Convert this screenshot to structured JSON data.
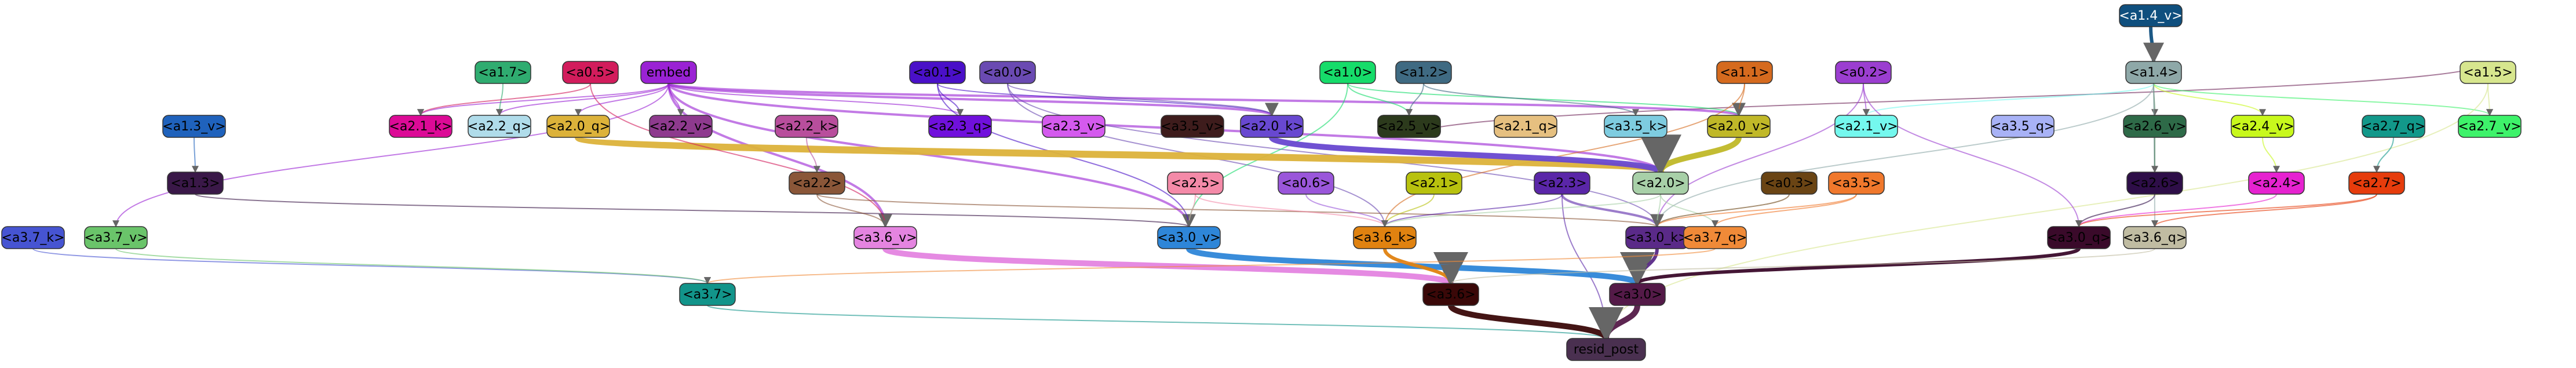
{
  "graph": {
    "nodes": [
      {
        "id": "a1.4_v",
        "label": "<a1.4_v>",
        "color": "#0f4f7e",
        "text": "#ffffff"
      },
      {
        "id": "a2.5_v",
        "label": "<a2.5_v>",
        "color": "#6e2458",
        "text": "#ffffff"
      },
      {
        "id": "a1.7",
        "label": "<a1.7>",
        "color": "#2fac70",
        "text": "#000000"
      },
      {
        "id": "a0.5",
        "label": "<a0.5>",
        "color": "#d21c5c",
        "text": "#000000"
      },
      {
        "id": "embed",
        "label": "embed",
        "color": "#9a22d4",
        "text": "#000000"
      },
      {
        "id": "a0.1",
        "label": "<a0.1>",
        "color": "#4a10c8",
        "text": "#000000"
      },
      {
        "id": "a0.0",
        "label": "<a0.0>",
        "color": "#6a4ab2",
        "text": "#000000"
      },
      {
        "id": "a1.0",
        "label": "<a1.0>",
        "color": "#16dc6a",
        "text": "#000000"
      },
      {
        "id": "a1.2",
        "label": "<a1.2>",
        "color": "#3f6a82",
        "text": "#000000"
      },
      {
        "id": "a1.1",
        "label": "<a1.1>",
        "color": "#d56a1e",
        "text": "#000000"
      },
      {
        "id": "a0.2",
        "label": "<a0.2>",
        "color": "#9b3ed0",
        "text": "#000000"
      },
      {
        "id": "a1.4",
        "label": "<a1.4>",
        "color": "#8ea8a8",
        "text": "#000000"
      },
      {
        "id": "a1.5",
        "label": "<a1.5>",
        "color": "#d7e68e",
        "text": "#000000"
      },
      {
        "id": "a1.3_v",
        "label": "<a1.3_v>",
        "color": "#1f62bc",
        "text": "#000000"
      },
      {
        "id": "a2.1_k",
        "label": "<a2.1_k>",
        "color": "#dc0a96",
        "text": "#000000"
      },
      {
        "id": "a2.2_q",
        "label": "<a2.2_q>",
        "color": "#b0dcea",
        "text": "#000000"
      },
      {
        "id": "a2.0_q",
        "label": "<a2.0_q>",
        "color": "#dcb23a",
        "text": "#000000"
      },
      {
        "id": "a2.2_v",
        "label": "<a2.2_v>",
        "color": "#8e3a8e",
        "text": "#000000"
      },
      {
        "id": "a2.2_k",
        "label": "<a2.2_k>",
        "color": "#b84e9c",
        "text": "#000000"
      },
      {
        "id": "a2.3_q",
        "label": "<a2.3_q>",
        "color": "#7010dc",
        "text": "#000000"
      },
      {
        "id": "a2.3_v",
        "label": "<a2.3_v>",
        "color": "#d45aee",
        "text": "#000000"
      },
      {
        "id": "a3.5_v",
        "label": "<a3.5_v>",
        "color": "#3e1c1c",
        "text": "#000000"
      },
      {
        "id": "a2.0_k",
        "label": "<a2.0_k>",
        "color": "#6848d0",
        "text": "#000000"
      },
      {
        "id": "a2.5_v",
        "label": "<a2.5_v>",
        "color": "#2c3a1c",
        "text": "#000000"
      },
      {
        "id": "a2.1_q",
        "label": "<a2.1_q>",
        "color": "#e6c080",
        "text": "#000000"
      },
      {
        "id": "a3.5_k",
        "label": "<a3.5_k>",
        "color": "#7ecce0",
        "text": "#000000"
      },
      {
        "id": "a2.0_v",
        "label": "<a2.0_v>",
        "color": "#c0b828",
        "text": "#000000"
      },
      {
        "id": "a2.1_v",
        "label": "<a2.1_v>",
        "color": "#74f8ee",
        "text": "#000000"
      },
      {
        "id": "a3.5_q",
        "label": "<a3.5_q>",
        "color": "#a8b2f6",
        "text": "#000000"
      },
      {
        "id": "a2.6_v",
        "label": "<a2.6_v>",
        "color": "#2e6a48",
        "text": "#000000"
      },
      {
        "id": "a2.4_v",
        "label": "<a2.4_v>",
        "color": "#c8f81c",
        "text": "#000000"
      },
      {
        "id": "a2.7_q",
        "label": "<a2.7_q>",
        "color": "#12988a",
        "text": "#000000"
      },
      {
        "id": "a2.7_v",
        "label": "<a2.7_v>",
        "color": "#3ef26a",
        "text": "#000000"
      },
      {
        "id": "a1.3",
        "label": "<a1.3>",
        "color": "#3a1848",
        "text": "#000000"
      },
      {
        "id": "a2.2",
        "label": "<a2.2>",
        "color": "#8a5638",
        "text": "#000000"
      },
      {
        "id": "a2.5",
        "label": "<a2.5>",
        "color": "#f48aa8",
        "text": "#000000"
      },
      {
        "id": "a0.6",
        "label": "<a0.6>",
        "color": "#9a56da",
        "text": "#000000"
      },
      {
        "id": "a2.1",
        "label": "<a2.1>",
        "color": "#b8c20e",
        "text": "#000000"
      },
      {
        "id": "a2.3",
        "label": "<a2.3>",
        "color": "#5a26a8",
        "text": "#000000"
      },
      {
        "id": "a2.0",
        "label": "<a2.0>",
        "color": "#a8d0a8",
        "text": "#000000"
      },
      {
        "id": "a0.3",
        "label": "<a0.3>",
        "color": "#6a4414",
        "text": "#000000"
      },
      {
        "id": "a3.5",
        "label": "<a3.5>",
        "color": "#f0782c",
        "text": "#000000"
      },
      {
        "id": "a2.6",
        "label": "<a2.6>",
        "color": "#2e0e48",
        "text": "#000000"
      },
      {
        "id": "a2.4",
        "label": "<a2.4>",
        "color": "#e622d0",
        "text": "#000000"
      },
      {
        "id": "a2.7",
        "label": "<a2.7>",
        "color": "#e63c0c",
        "text": "#000000"
      },
      {
        "id": "a3.7_k",
        "label": "<a3.7_k>",
        "color": "#4654d2",
        "text": "#000000"
      },
      {
        "id": "a3.7_v",
        "label": "<a3.7_v>",
        "color": "#6ac46a",
        "text": "#000000"
      },
      {
        "id": "a3.6_v",
        "label": "<a3.6_v>",
        "color": "#e484e0",
        "text": "#000000"
      },
      {
        "id": "a3.0_v",
        "label": "<a3.0_v>",
        "color": "#2e86d8",
        "text": "#000000"
      },
      {
        "id": "a3.6_k",
        "label": "<a3.6_k>",
        "color": "#e08210",
        "text": "#000000"
      },
      {
        "id": "a3.0_k",
        "label": "<a3.0_k>",
        "color": "#5a2a88",
        "text": "#000000"
      },
      {
        "id": "a3.7_q",
        "label": "<a3.7_q>",
        "color": "#f08a38",
        "text": "#000000"
      },
      {
        "id": "a3.0_q",
        "label": "<a3.0_q>",
        "color": "#3a0a2a",
        "text": "#000000"
      },
      {
        "id": "a3.6_q",
        "label": "<a3.6_q>",
        "color": "#c0bca2",
        "text": "#000000"
      },
      {
        "id": "a3.7",
        "label": "<a3.7>",
        "color": "#12948a",
        "text": "#000000"
      },
      {
        "id": "a3.6",
        "label": "<a3.6>",
        "color": "#3a0808",
        "text": "#000000"
      },
      {
        "id": "a3.0",
        "label": "<a3.0>",
        "color": "#541a48",
        "text": "#000000"
      },
      {
        "id": "resid_post",
        "label": "resid_post",
        "color": "#4a3050",
        "text": "#000000"
      }
    ],
    "edges": [
      {
        "from": "a1.4_v",
        "to": "a1.4",
        "color": "#0f4f7e",
        "weight": 3
      },
      {
        "from": "a2.5_v",
        "to": "a1.5",
        "color": "#6e2458",
        "weight": 1
      },
      {
        "from": "a1.4",
        "to": "a2.6_v",
        "color": "#2e6a48",
        "weight": 1
      },
      {
        "from": "a1.4",
        "to": "a2.4_v",
        "color": "#c8f81c",
        "weight": 1
      },
      {
        "from": "a1.4",
        "to": "a2.7_v",
        "color": "#3ef26a",
        "weight": 1
      },
      {
        "from": "a1.4",
        "to": "a2.1_v",
        "color": "#74f8ee",
        "weight": 1
      },
      {
        "from": "a1.4",
        "to": "a3.0_k",
        "color": "#8ea8a8",
        "weight": 1
      },
      {
        "from": "a1.4",
        "to": "a3.6_q",
        "color": "#8ea8a8",
        "weight": 1
      },
      {
        "from": "a1.5",
        "to": "a2.7_v",
        "color": "#d7e68e",
        "weight": 1
      },
      {
        "from": "a1.5",
        "to": "resid_post",
        "color": "#d7e68e",
        "weight": 1
      },
      {
        "from": "a1.3_v",
        "to": "a1.3",
        "color": "#1f62bc",
        "weight": 1
      },
      {
        "from": "a2.7_q",
        "to": "a2.7",
        "color": "#12988a",
        "weight": 1
      },
      {
        "from": "a2.6_v",
        "to": "a2.6",
        "color": "#2e6a48",
        "weight": 1
      },
      {
        "from": "a2.4_v",
        "to": "a2.4",
        "color": "#c8f81c",
        "weight": 1
      },
      {
        "from": "embed",
        "to": "a2.0",
        "color": "#9a22d4",
        "weight": 2
      },
      {
        "from": "embed",
        "to": "a3.0_v",
        "color": "#9a22d4",
        "weight": 2
      },
      {
        "from": "embed",
        "to": "a3.6_v",
        "color": "#9a22d4",
        "weight": 2
      },
      {
        "from": "embed",
        "to": "a3.7_v",
        "color": "#9a22d4",
        "weight": 1
      },
      {
        "from": "embed",
        "to": "a2.0_k",
        "color": "#9a22d4",
        "weight": 2
      },
      {
        "from": "embed",
        "to": "a2.0_v",
        "color": "#9a22d4",
        "weight": 2
      },
      {
        "from": "embed",
        "to": "a2.1_k",
        "color": "#9a22d4",
        "weight": 1
      },
      {
        "from": "embed",
        "to": "a2.2_q",
        "color": "#9a22d4",
        "weight": 1
      },
      {
        "from": "embed",
        "to": "a2.0_q",
        "color": "#9a22d4",
        "weight": 1
      },
      {
        "from": "embed",
        "to": "a2.2_v",
        "color": "#9a22d4",
        "weight": 1
      },
      {
        "from": "embed",
        "to": "a2.3_q",
        "color": "#9a22d4",
        "weight": 1
      },
      {
        "from": "a0.1",
        "to": "a3.0_v",
        "color": "#4a10c8",
        "weight": 1
      },
      {
        "from": "a0.1",
        "to": "a2.3_q",
        "color": "#4a10c8",
        "weight": 1
      },
      {
        "from": "a0.1",
        "to": "a2.0_k",
        "color": "#4a10c8",
        "weight": 1
      },
      {
        "from": "a0.0",
        "to": "a2.0_k",
        "color": "#6a4ab2",
        "weight": 1
      },
      {
        "from": "a0.0",
        "to": "a3.0_k",
        "color": "#6a4ab2",
        "weight": 1
      },
      {
        "from": "a0.0",
        "to": "a3.6_k",
        "color": "#6a4ab2",
        "weight": 1
      },
      {
        "from": "a1.0",
        "to": "a2.0_v",
        "color": "#16dc6a",
        "weight": 1
      },
      {
        "from": "a1.0",
        "to": "a2.5_v",
        "color": "#16dc6a",
        "weight": 1
      },
      {
        "from": "a1.0",
        "to": "a3.0_v",
        "color": "#16dc6a",
        "weight": 1
      },
      {
        "from": "a1.2",
        "to": "a2.5_v",
        "color": "#3f6a82",
        "weight": 1
      },
      {
        "from": "a1.2",
        "to": "a3.5_k",
        "color": "#3f6a82",
        "weight": 1
      },
      {
        "from": "a1.1",
        "to": "a2.0_v",
        "color": "#d56a1e",
        "weight": 1
      },
      {
        "from": "a1.1",
        "to": "a3.6_k",
        "color": "#d56a1e",
        "weight": 1
      },
      {
        "from": "a0.2",
        "to": "a2.1_v",
        "color": "#9b3ed0",
        "weight": 1
      },
      {
        "from": "a0.2",
        "to": "a3.0_k",
        "color": "#9b3ed0",
        "weight": 1
      },
      {
        "from": "a0.2",
        "to": "a3.0_q",
        "color": "#9b3ed0",
        "weight": 1
      },
      {
        "from": "a2.0_q",
        "to": "a2.0",
        "color": "#dcb23a",
        "weight": 6
      },
      {
        "from": "a2.0_k",
        "to": "a2.0",
        "color": "#6848d0",
        "weight": 5
      },
      {
        "from": "a2.0_v",
        "to": "a2.0",
        "color": "#c0b828",
        "weight": 5
      },
      {
        "from": "a2.2_k",
        "to": "a2.2",
        "color": "#b84e9c",
        "weight": 1
      },
      {
        "from": "a1.7",
        "to": "a2.2_q",
        "color": "#2fac70",
        "weight": 1
      },
      {
        "from": "a0.5",
        "to": "a2.1_k",
        "color": "#d21c5c",
        "weight": 1
      },
      {
        "from": "a0.5",
        "to": "a3.6_v",
        "color": "#d21c5c",
        "weight": 1
      },
      {
        "from": "a1.3",
        "to": "a3.0_v",
        "color": "#3a1848",
        "weight": 1
      },
      {
        "from": "a2.2",
        "to": "a3.0_k",
        "color": "#8a5638",
        "weight": 1
      },
      {
        "from": "a2.2",
        "to": "a3.6_v",
        "color": "#8a5638",
        "weight": 1
      },
      {
        "from": "a2.5",
        "to": "a3.6_k",
        "color": "#f48aa8",
        "weight": 1
      },
      {
        "from": "a2.5",
        "to": "a3.0_v",
        "color": "#f48aa8",
        "weight": 1
      },
      {
        "from": "a0.6",
        "to": "a3.6_k",
        "color": "#9a56da",
        "weight": 1
      },
      {
        "from": "a2.1",
        "to": "a3.6_k",
        "color": "#b8c20e",
        "weight": 1
      },
      {
        "from": "a2.3",
        "to": "a3.0_k",
        "color": "#5a26a8",
        "weight": 2
      },
      {
        "from": "a2.3",
        "to": "a3.6_k",
        "color": "#5a26a8",
        "weight": 1
      },
      {
        "from": "a2.3",
        "to": "resid_post",
        "color": "#5a26a8",
        "weight": 1
      },
      {
        "from": "a2.0",
        "to": "a3.0_k",
        "color": "#a8d0a8",
        "weight": 1
      },
      {
        "from": "a2.0",
        "to": "a3.6_k",
        "color": "#a8d0a8",
        "weight": 1
      },
      {
        "from": "a2.0",
        "to": "a3.7_q",
        "color": "#a8d0a8",
        "weight": 1
      },
      {
        "from": "a0.3",
        "to": "a3.0_k",
        "color": "#6a4414",
        "weight": 1
      },
      {
        "from": "a3.5",
        "to": "a3.7_q",
        "color": "#f0782c",
        "weight": 1
      },
      {
        "from": "a3.5",
        "to": "a3.0_k",
        "color": "#f0782c",
        "weight": 1
      },
      {
        "from": "a2.6",
        "to": "a3.0_q",
        "color": "#2e0e48",
        "weight": 1
      },
      {
        "from": "a2.4",
        "to": "a3.0_q",
        "color": "#e622d0",
        "weight": 1
      },
      {
        "from": "a2.7",
        "to": "a3.0_q",
        "color": "#e63c0c",
        "weight": 1
      },
      {
        "from": "a2.7",
        "to": "a3.6_q",
        "color": "#e63c0c",
        "weight": 1
      },
      {
        "from": "a3.7_k",
        "to": "a3.7",
        "color": "#4654d2",
        "weight": 1
      },
      {
        "from": "a3.7_v",
        "to": "a3.7",
        "color": "#6ac46a",
        "weight": 1
      },
      {
        "from": "a3.6_v",
        "to": "a3.6",
        "color": "#e484e0",
        "weight": 5
      },
      {
        "from": "a3.0_v",
        "to": "a3.0",
        "color": "#2e86d8",
        "weight": 5
      },
      {
        "from": "a3.6_k",
        "to": "a3.6",
        "color": "#e08210",
        "weight": 3
      },
      {
        "from": "a3.0_k",
        "to": "a3.0",
        "color": "#5a2a88",
        "weight": 3
      },
      {
        "from": "a3.7_q",
        "to": "a3.7",
        "color": "#f08a38",
        "weight": 1
      },
      {
        "from": "a3.0_q",
        "to": "a3.0",
        "color": "#3a0a2a",
        "weight": 3
      },
      {
        "from": "a3.6_q",
        "to": "a3.6",
        "color": "#c0bca2",
        "weight": 1
      },
      {
        "from": "a3.7",
        "to": "resid_post",
        "color": "#12948a",
        "weight": 1
      },
      {
        "from": "a3.6",
        "to": "resid_post",
        "color": "#3a0808",
        "weight": 5
      },
      {
        "from": "a3.0",
        "to": "resid_post",
        "color": "#541a48",
        "weight": 5
      }
    ]
  }
}
